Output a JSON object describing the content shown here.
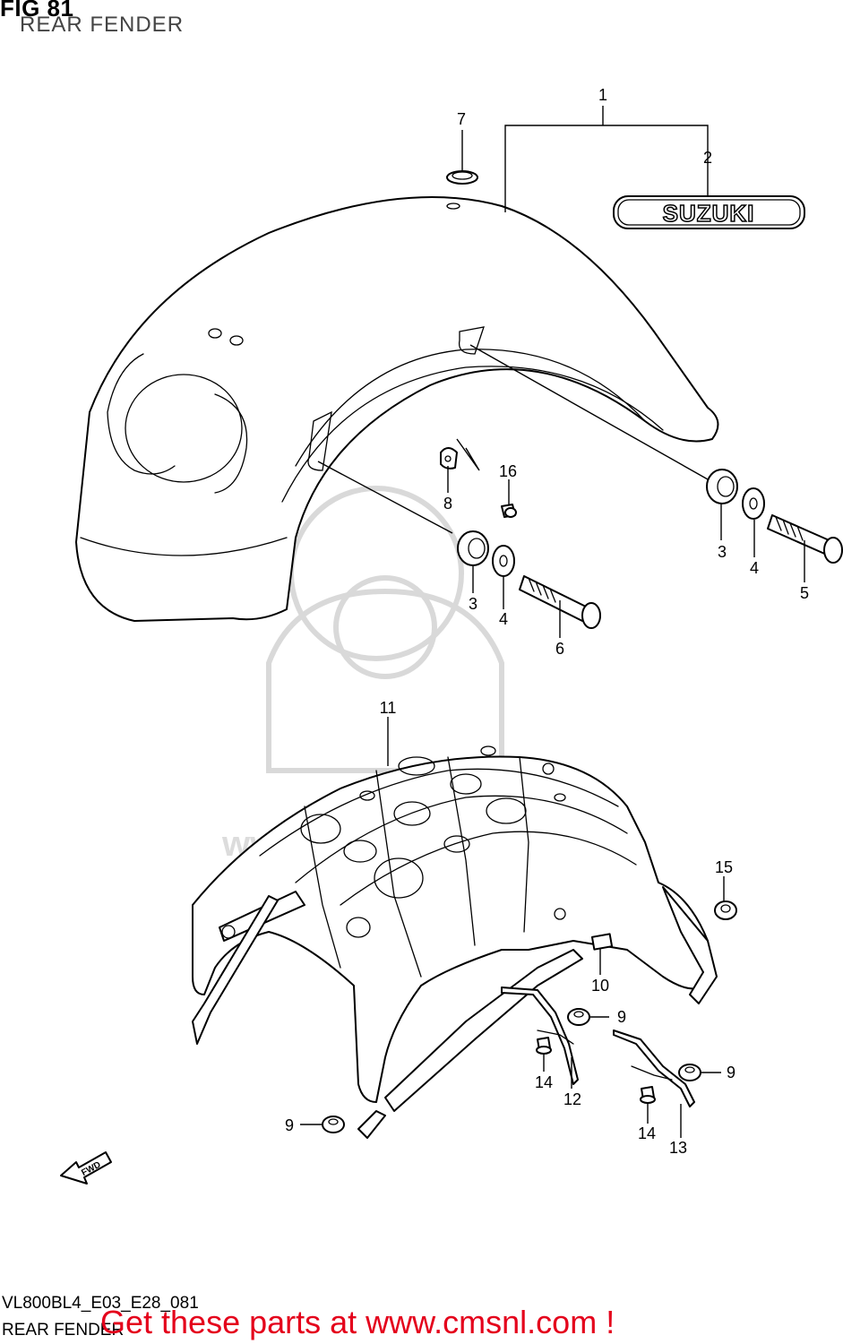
{
  "header": {
    "fig_number": "FIG 81",
    "title": "REAR FENDER"
  },
  "footer": {
    "model_code": "VL800BL4_E03_E28_081",
    "title": "REAR FENDER",
    "cta": "Get these parts at www.cmsnl.com !"
  },
  "emblem": {
    "text": "SUZUKI"
  },
  "direction_arrow": {
    "text": "FWD"
  },
  "watermark": {
    "text": "www.cmsnl.com"
  },
  "colors": {
    "cta": "#e4001b",
    "line": "#000000",
    "watermark": "#d9d9d9"
  },
  "callouts": {
    "c1": "1",
    "c2": "2",
    "c3a": "3",
    "c3b": "3",
    "c4a": "4",
    "c4b": "4",
    "c5": "5",
    "c6": "6",
    "c7": "7",
    "c8": "8",
    "c9a": "9",
    "c9b": "9",
    "c9c": "9",
    "c10": "10",
    "c11": "11",
    "c12": "12",
    "c13": "13",
    "c14a": "14",
    "c14b": "14",
    "c15": "15",
    "c16": "16"
  }
}
